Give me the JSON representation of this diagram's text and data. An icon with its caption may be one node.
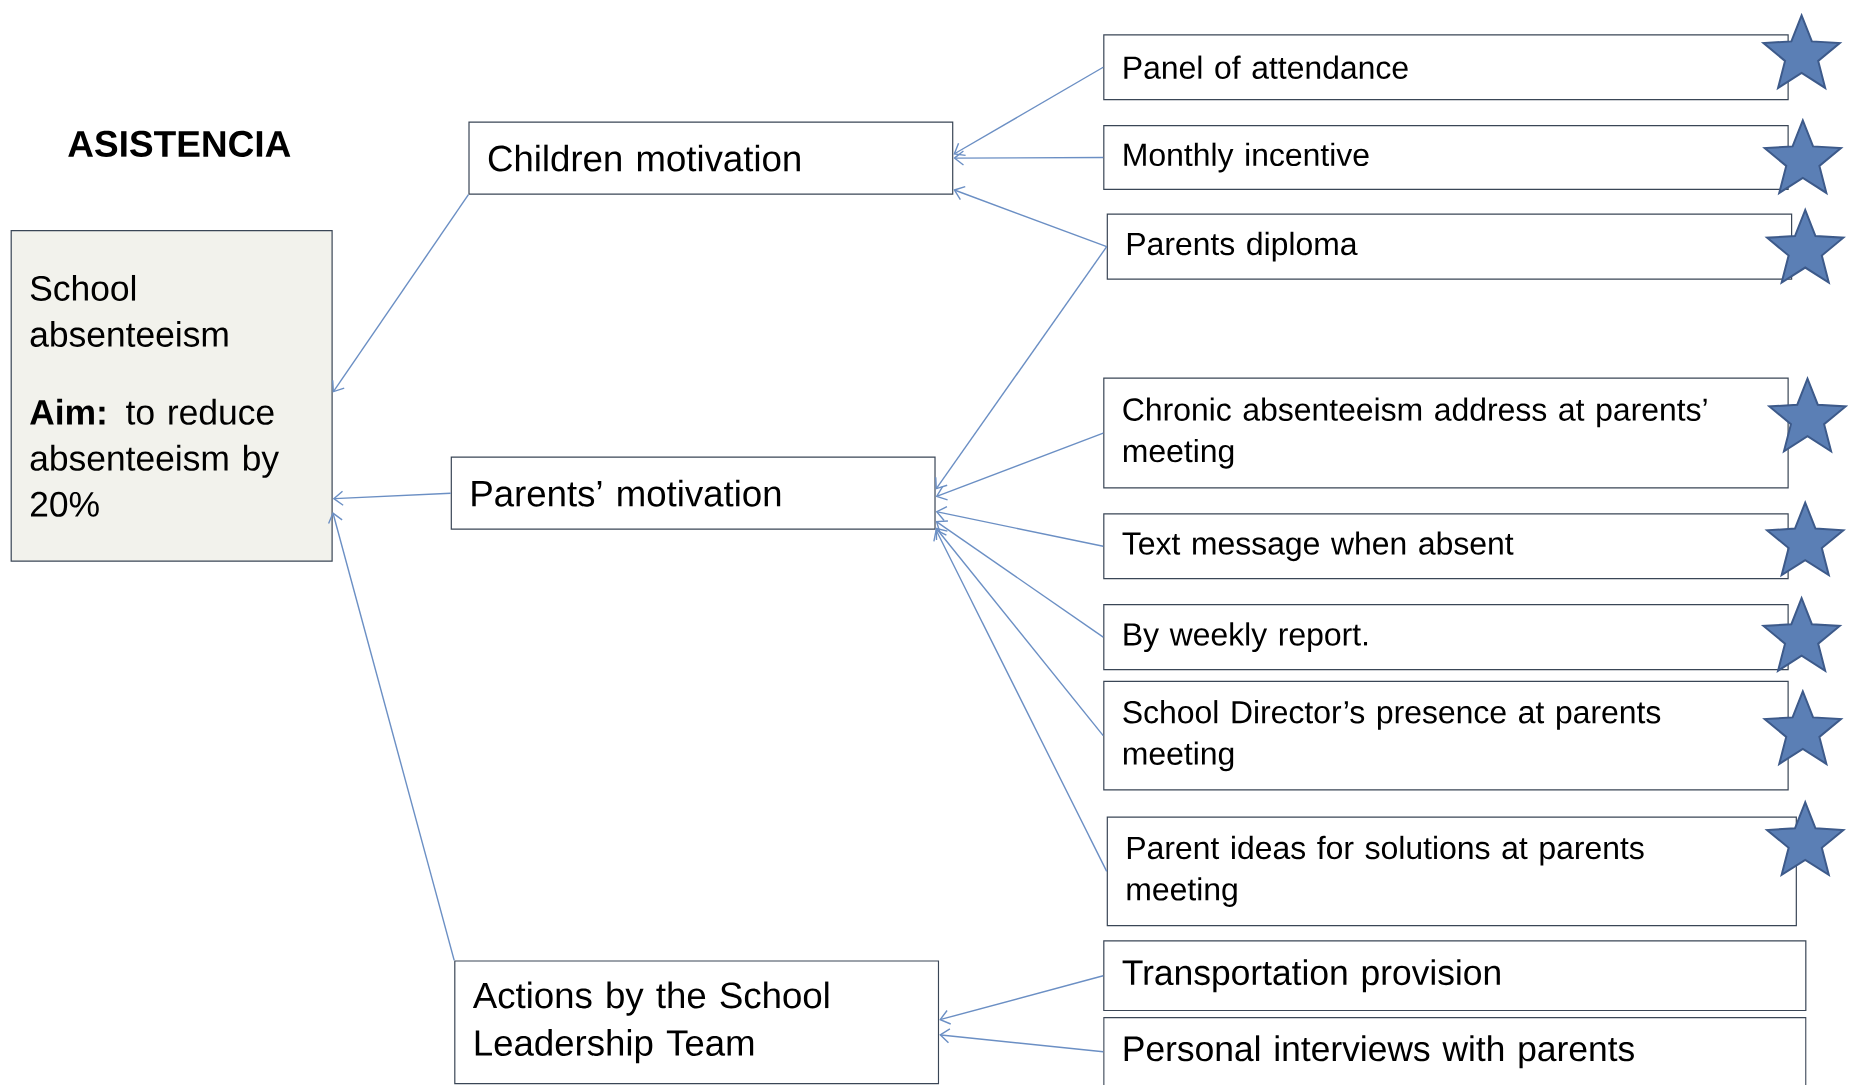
{
  "diagram": {
    "title": "ASISTENCIA",
    "nodes": [
      {
        "text": [
          "School absenteeism",
          "**Aim:** to reduce absenteeism by 20%"
        ]
      },
      {
        "text": [
          "Children motivation"
        ]
      },
      {
        "text": [
          "Parents’ motivation"
        ]
      },
      {
        "text": [
          "Actions by the School Leadership Team"
        ]
      },
      {
        "text": [
          "Panel of attendance"
        ]
      },
      {
        "text": [
          "Monthly incentive"
        ]
      },
      {
        "text": [
          "Parents diploma"
        ]
      },
      {
        "text": [
          "Chronic absenteeism address at parents’ meeting"
        ]
      },
      {
        "text": [
          "Text message when absent"
        ]
      },
      {
        "text": [
          "By weekly report."
        ]
      },
      {
        "text": [
          "School Director’s presence at parents meeting"
        ]
      },
      {
        "text": [
          "Parent ideas for solutions at parents meeting"
        ]
      },
      {
        "text": [
          "Transportation provision"
        ]
      },
      {
        "text": [
          "Personal interviews with parents"
        ]
      }
    ],
    "edges": [
      {
        "from": 1,
        "to": 0,
        "arrow": "to"
      },
      {
        "from": 2,
        "to": 0,
        "arrow": "to"
      },
      {
        "from": 3,
        "to": 0,
        "arrow": "to"
      },
      {
        "from": 4,
        "to": 1,
        "arrow": "to"
      },
      {
        "from": 5,
        "to": 1,
        "arrow": "to"
      },
      {
        "from": 6,
        "to": 1,
        "arrow": "to"
      },
      {
        "from": 6,
        "to": 2,
        "arrow": "to"
      },
      {
        "from": 7,
        "to": 2,
        "arrow": "to"
      },
      {
        "from": 8,
        "to": 2,
        "arrow": "to"
      },
      {
        "from": 9,
        "to": 2,
        "arrow": "to"
      },
      {
        "from": 10,
        "to": 2,
        "arrow": "to"
      },
      {
        "from": 11,
        "to": 2,
        "arrow": "to"
      },
      {
        "from": 12,
        "to": 3,
        "arrow": "to"
      },
      {
        "from": 13,
        "to": 3,
        "arrow": "to"
      }
    ]
  }
}
